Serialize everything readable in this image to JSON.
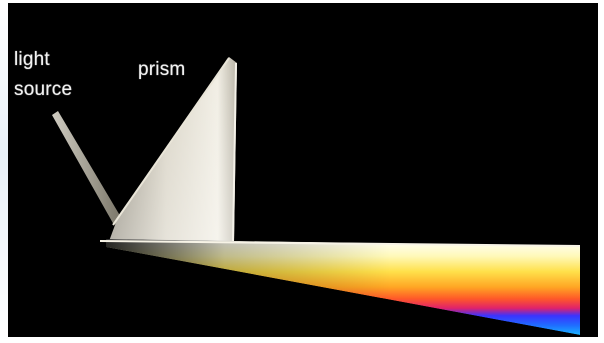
{
  "labels": {
    "light_source_line1": "light",
    "light_source_line2": "source",
    "prism": "prism"
  },
  "colors": {
    "background": "#000000",
    "spectrum": [
      "#ffffff",
      "#fff79a",
      "#ffd23a",
      "#ff8a1e",
      "#ff3b2b",
      "#d21a6a",
      "#2a3cff",
      "#17a8ff"
    ]
  }
}
